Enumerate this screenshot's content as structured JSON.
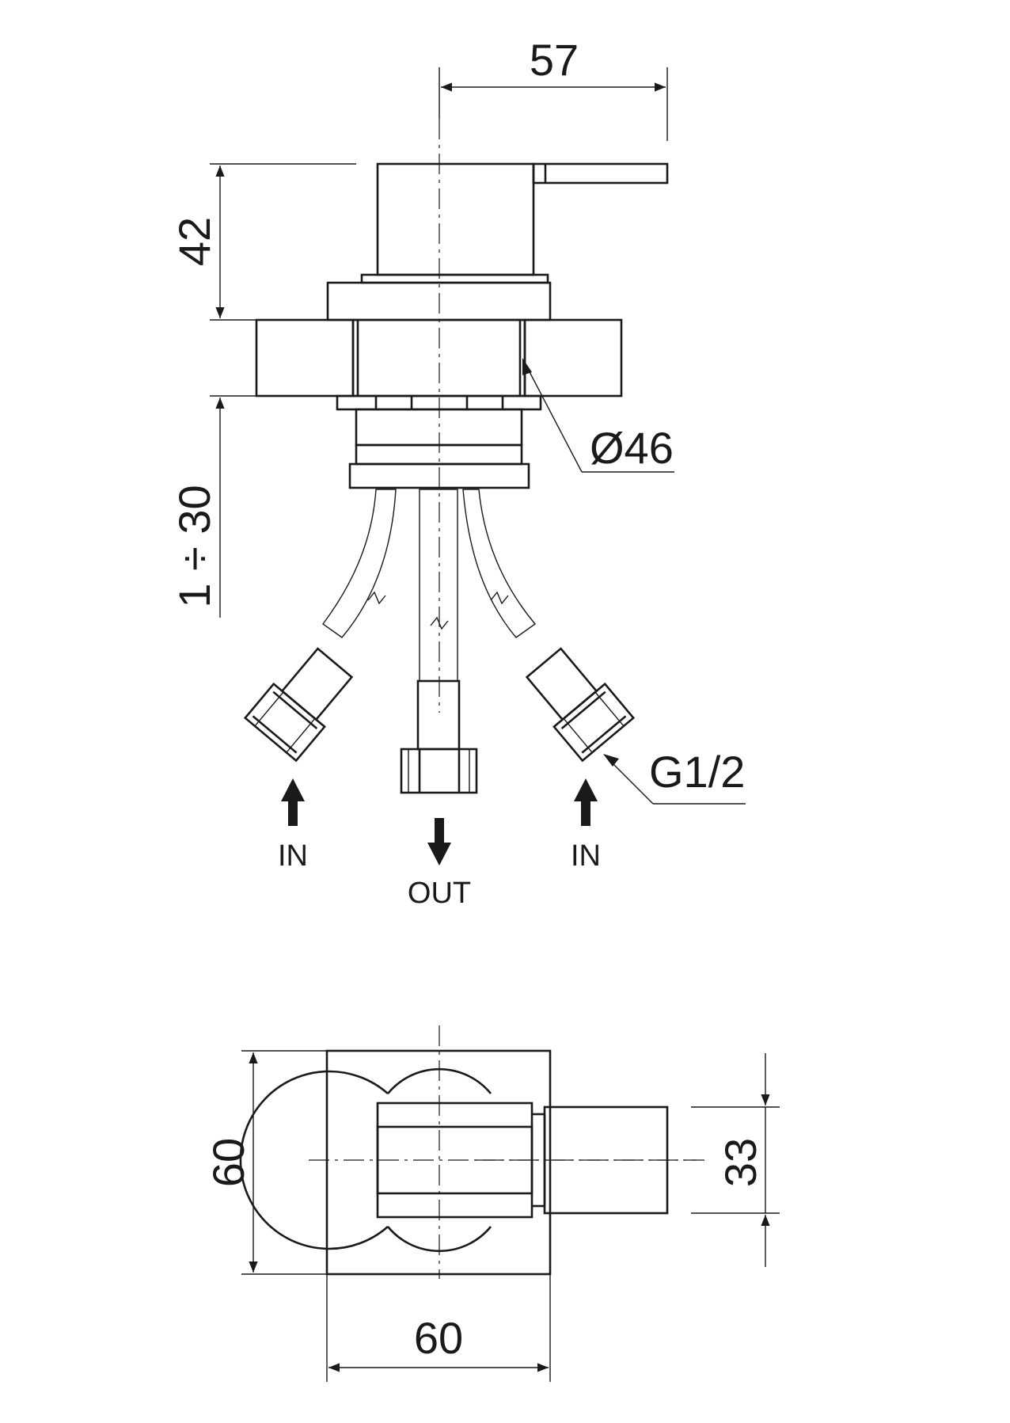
{
  "front_view": {
    "dim_width": "57",
    "dim_handle_height": "42",
    "dim_wall_range": "1 ÷ 30",
    "dim_diameter": "Ø46",
    "dim_thread": "G1/2"
  },
  "flow_labels": {
    "left": "IN",
    "center": "OUT",
    "right": "IN"
  },
  "top_view": {
    "dim_height": "60",
    "dim_width": "60",
    "dim_lever": "33"
  }
}
